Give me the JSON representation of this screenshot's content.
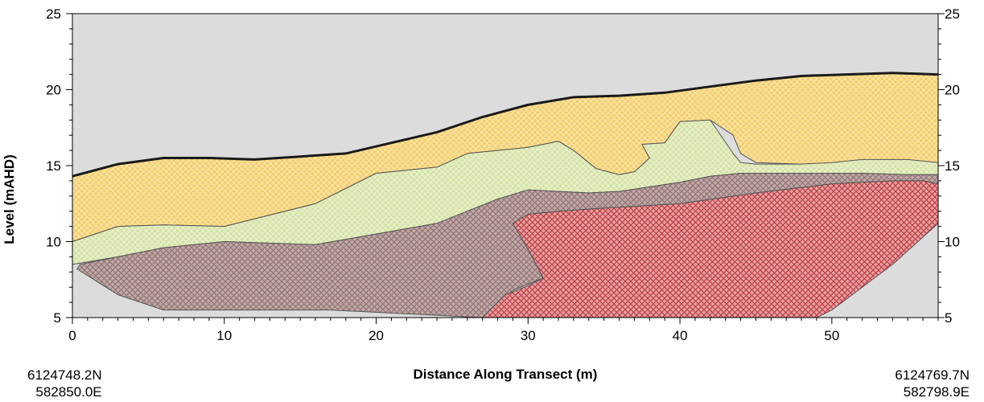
{
  "chart_data": {
    "type": "area",
    "xlabel": "Distance Along Transect (m)",
    "ylabel": "Level (mAHD)",
    "xlim": [
      0,
      57
    ],
    "ylim": [
      5,
      25
    ],
    "x_ticks": [
      "0",
      "10",
      "20",
      "30",
      "40",
      "50"
    ],
    "y_ticks": [
      "5",
      "10",
      "15",
      "20",
      "25"
    ],
    "y_ticks_right": [
      "5",
      "10",
      "15",
      "20",
      "25"
    ],
    "grid": false,
    "background_color": "#dcdcdc",
    "start_coordinates": {
      "northing": "6124748.2N",
      "easting": "582850.0E"
    },
    "end_coordinates": {
      "northing": "6124769.7N",
      "easting": "582798.9E"
    },
    "ground_surface": {
      "x": [
        0,
        3,
        6,
        9,
        12,
        15,
        18,
        21,
        24,
        27,
        30,
        33,
        36,
        39,
        42,
        45,
        48,
        51,
        54,
        57
      ],
      "y": [
        14.3,
        15.1,
        15.5,
        15.5,
        15.4,
        15.6,
        15.8,
        16.5,
        17.2,
        18.2,
        19.0,
        19.5,
        19.6,
        19.8,
        20.2,
        20.6,
        20.9,
        21.0,
        21.1,
        21.0
      ]
    },
    "layers": [
      {
        "fill": "#f5cf6e",
        "x": [
          0,
          3,
          6,
          9,
          12,
          15,
          18,
          21,
          24,
          27,
          30,
          33,
          36,
          39,
          42,
          45,
          48,
          51,
          54,
          57,
          57,
          54,
          51,
          48,
          45,
          44,
          43.5,
          42,
          40,
          39,
          37.5,
          38,
          37,
          36,
          34.5,
          33,
          32,
          30,
          26,
          24,
          20,
          16,
          10,
          6,
          3,
          0
        ],
        "y": [
          14.3,
          15.1,
          15.5,
          15.5,
          15.4,
          15.6,
          15.8,
          16.5,
          17.2,
          18.2,
          19.0,
          19.5,
          19.6,
          19.8,
          20.2,
          20.6,
          20.9,
          21.0,
          21.1,
          21.0,
          15.2,
          15.4,
          15.2,
          15.1,
          15.2,
          15.8,
          17.0,
          18.0,
          17.9,
          16.5,
          16.4,
          15.5,
          14.6,
          14.4,
          14.8,
          16.0,
          16.6,
          16.2,
          15.8,
          14.9,
          14.5,
          12.5,
          11.0,
          11.1,
          11.0,
          10.0
        ]
      },
      {
        "fill": "#d5e3a6",
        "x": [
          0,
          3,
          6,
          10,
          16,
          20,
          24,
          26,
          28,
          30,
          32,
          34,
          36,
          38,
          40,
          42,
          44,
          48,
          52,
          55,
          57,
          57,
          55,
          52,
          50,
          48,
          45,
          44,
          43.5,
          42,
          40,
          39,
          37.5,
          38,
          37,
          36,
          34.5,
          33,
          32,
          30,
          26,
          24,
          20,
          16,
          10,
          6,
          3,
          0
        ],
        "y": [
          8.5,
          9.0,
          9.6,
          10.0,
          9.8,
          10.5,
          11.2,
          12.0,
          12.8,
          13.4,
          13.3,
          13.2,
          13.3,
          13.6,
          13.9,
          14.3,
          14.5,
          14.5,
          14.5,
          14.4,
          14.4,
          15.2,
          15.4,
          15.4,
          15.2,
          15.1,
          15.1,
          15.2,
          15.8,
          18.0,
          17.9,
          16.5,
          16.4,
          15.5,
          14.6,
          14.4,
          14.8,
          16.0,
          16.6,
          16.2,
          15.8,
          14.9,
          14.5,
          12.5,
          11.0,
          11.1,
          11.0,
          10.0
        ]
      },
      {
        "fill": "#bfa8a8",
        "x": [
          0.3,
          3,
          6,
          10,
          10,
          17,
          17,
          27,
          29,
          31,
          30,
          29,
          30,
          32,
          35,
          40,
          45,
          50,
          54,
          56,
          57,
          57,
          55,
          52,
          48,
          44,
          42,
          40,
          38,
          36,
          34,
          32,
          30,
          28,
          26,
          24,
          20,
          16,
          10,
          6,
          3,
          0.5
        ],
        "y": [
          8.2,
          6.5,
          5.5,
          5.5,
          5.5,
          5.5,
          5.5,
          5.0,
          6.8,
          7.6,
          9.5,
          11.2,
          11.8,
          12.0,
          12.2,
          12.5,
          13.2,
          13.8,
          14.0,
          14.0,
          13.8,
          14.4,
          14.4,
          14.5,
          14.5,
          14.5,
          14.3,
          13.9,
          13.6,
          13.3,
          13.2,
          13.3,
          13.4,
          12.8,
          12.0,
          11.2,
          10.5,
          9.8,
          10.0,
          9.6,
          9.0,
          8.5
        ]
      },
      {
        "fill": "#e2a0a0",
        "x": [
          27,
          28.5,
          30,
          31,
          30,
          29,
          30,
          32,
          35,
          40,
          45,
          50,
          54,
          56,
          57,
          57,
          54,
          50,
          49,
          40,
          30,
          27
        ],
        "y": [
          5.0,
          6.5,
          7.1,
          7.6,
          9.5,
          11.2,
          11.8,
          12.0,
          12.2,
          12.5,
          13.2,
          13.8,
          14.0,
          14.0,
          13.8,
          11.2,
          8.5,
          5.5,
          5.0,
          5.0,
          5.0,
          5.0
        ]
      }
    ]
  }
}
